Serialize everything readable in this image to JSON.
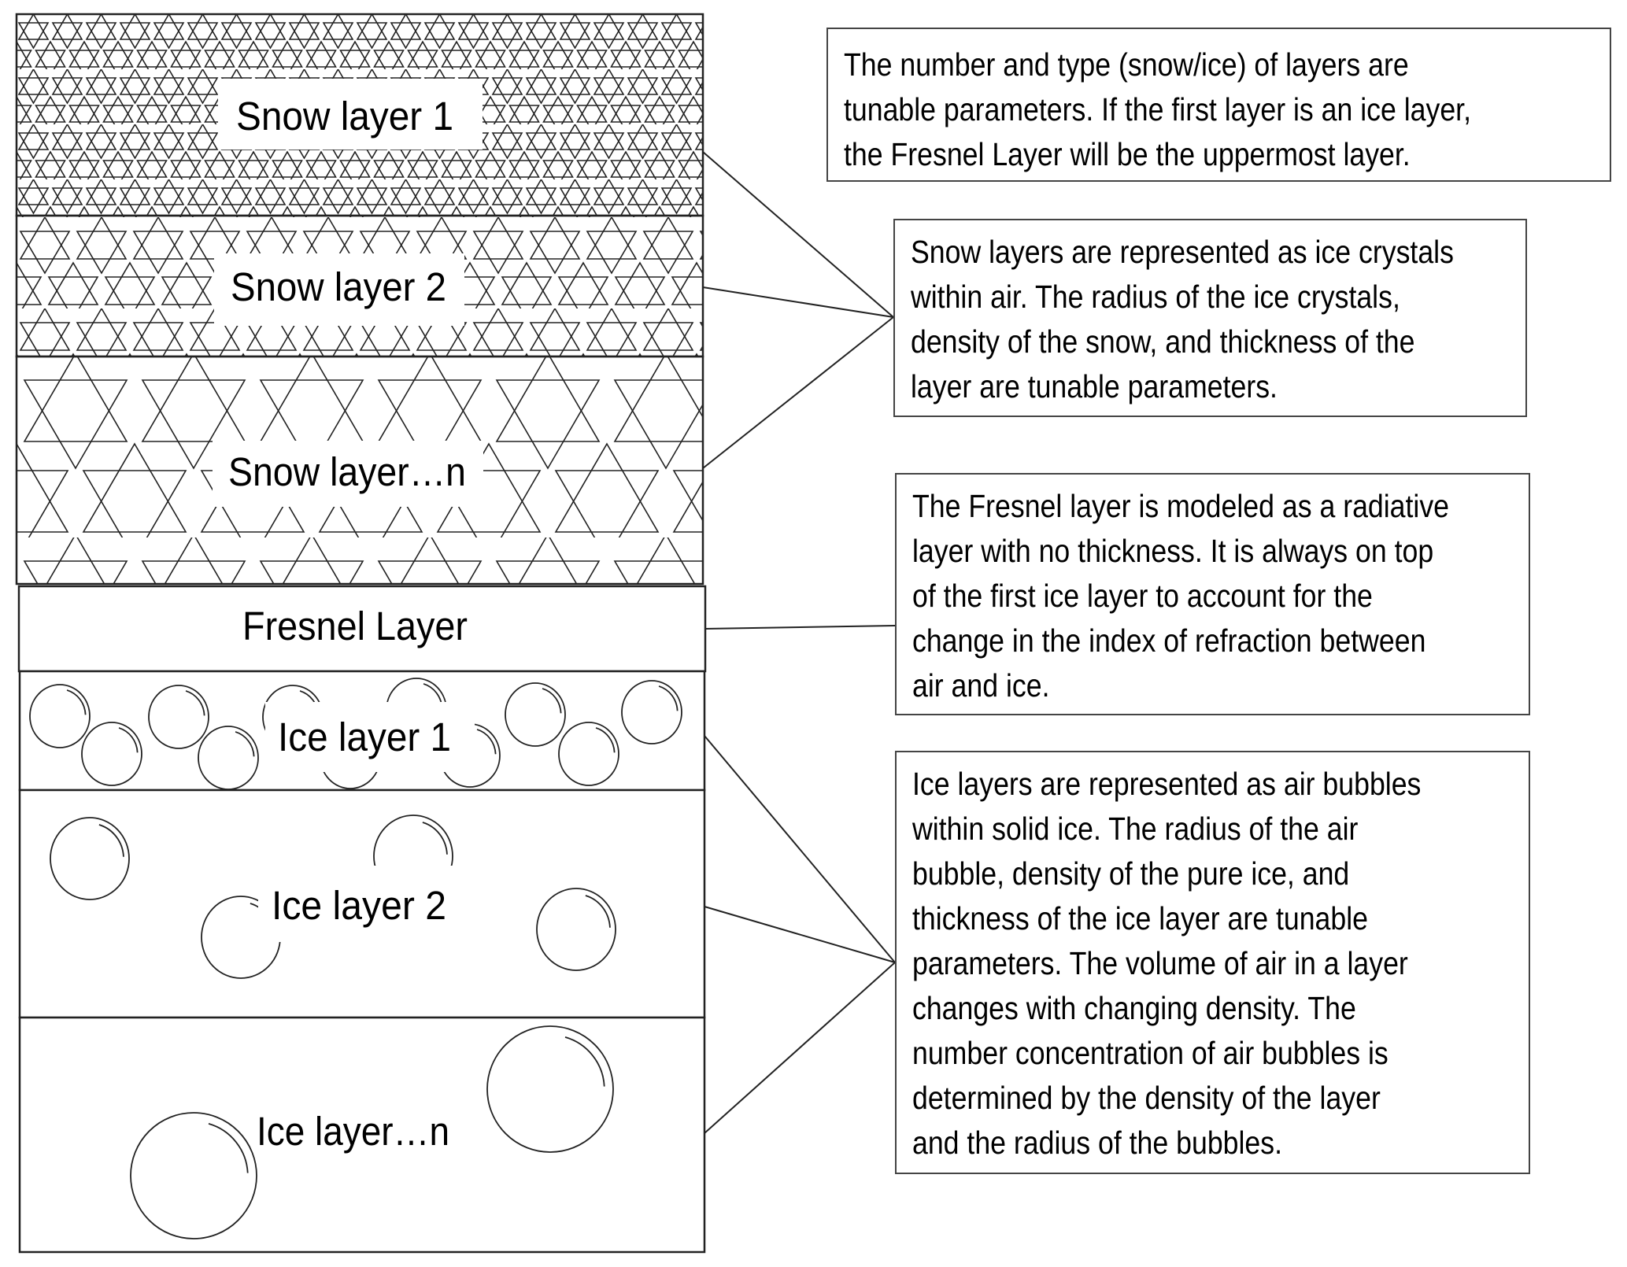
{
  "figure": {
    "layers": [
      {
        "id": "snow-1",
        "type": "snow",
        "label": "Snow layer 1"
      },
      {
        "id": "snow-2",
        "type": "snow",
        "label": "Snow layer 2"
      },
      {
        "id": "snow-n",
        "type": "snow",
        "label": "Snow layer…n"
      },
      {
        "id": "fresnel",
        "type": "fresnel",
        "label": "Fresnel Layer"
      },
      {
        "id": "ice-1",
        "type": "ice",
        "label": "Ice layer 1"
      },
      {
        "id": "ice-2",
        "type": "ice",
        "label": "Ice layer 2"
      },
      {
        "id": "ice-n",
        "type": "ice",
        "label": "Ice layer…n"
      }
    ],
    "notes": [
      {
        "id": "layers-note",
        "lines": [
          "The number and type (snow/ice) of layers are",
          "tunable parameters. If the first layer is an ice layer,",
          "the Fresnel Layer will be the uppermost layer."
        ]
      },
      {
        "id": "snow-note",
        "lines": [
          "Snow layers are represented as ice crystals",
          "within air. The radius of the ice crystals,",
          "density of the snow, and thickness of the",
          "layer are tunable parameters."
        ]
      },
      {
        "id": "fresnel-note",
        "lines": [
          "The Fresnel layer is modeled as a radiative",
          "layer with no thickness. It is always on top",
          "of the first ice layer to account for the",
          "change in the index of refraction between",
          "air and ice."
        ]
      },
      {
        "id": "ice-note",
        "lines": [
          "Ice layers are represented as air bubbles",
          "within solid ice. The radius of the air",
          "bubble, density of the pure ice, and",
          "thickness of the ice layer are tunable",
          "parameters. The volume of air in a layer",
          "changes with changing density. The",
          "number concentration of air bubbles is",
          "determined by the density of the layer",
          "and the radius of the bubbles."
        ]
      }
    ],
    "colors": {
      "line": "#222222",
      "background": "#ffffff",
      "text": "#000000"
    }
  }
}
